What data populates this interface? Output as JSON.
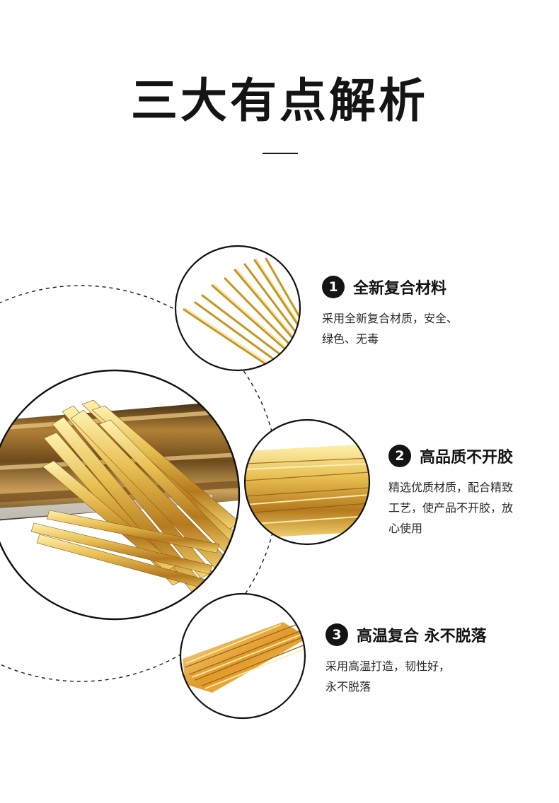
{
  "header": {
    "title": "三大有点解析"
  },
  "features": [
    {
      "number": "1",
      "title": "全新复合材料",
      "desc_lines": [
        "采用全新复合材质，安全、",
        "绿色、无毒"
      ]
    },
    {
      "number": "2",
      "title": "高品质不开胶",
      "desc_lines": [
        "精选优质材质，配合精致",
        "工艺，使产品不开胶，放",
        "心使用"
      ]
    },
    {
      "number": "3",
      "title": "高温复合 永不脱落",
      "desc_lines": [
        "采用高温打造，韧性好，",
        "永不脱落"
      ]
    }
  ],
  "colors": {
    "text": "#141414",
    "gold_light": "#f7e08a",
    "gold_mid": "#d9a83a",
    "gold_dark": "#8a5a14"
  }
}
